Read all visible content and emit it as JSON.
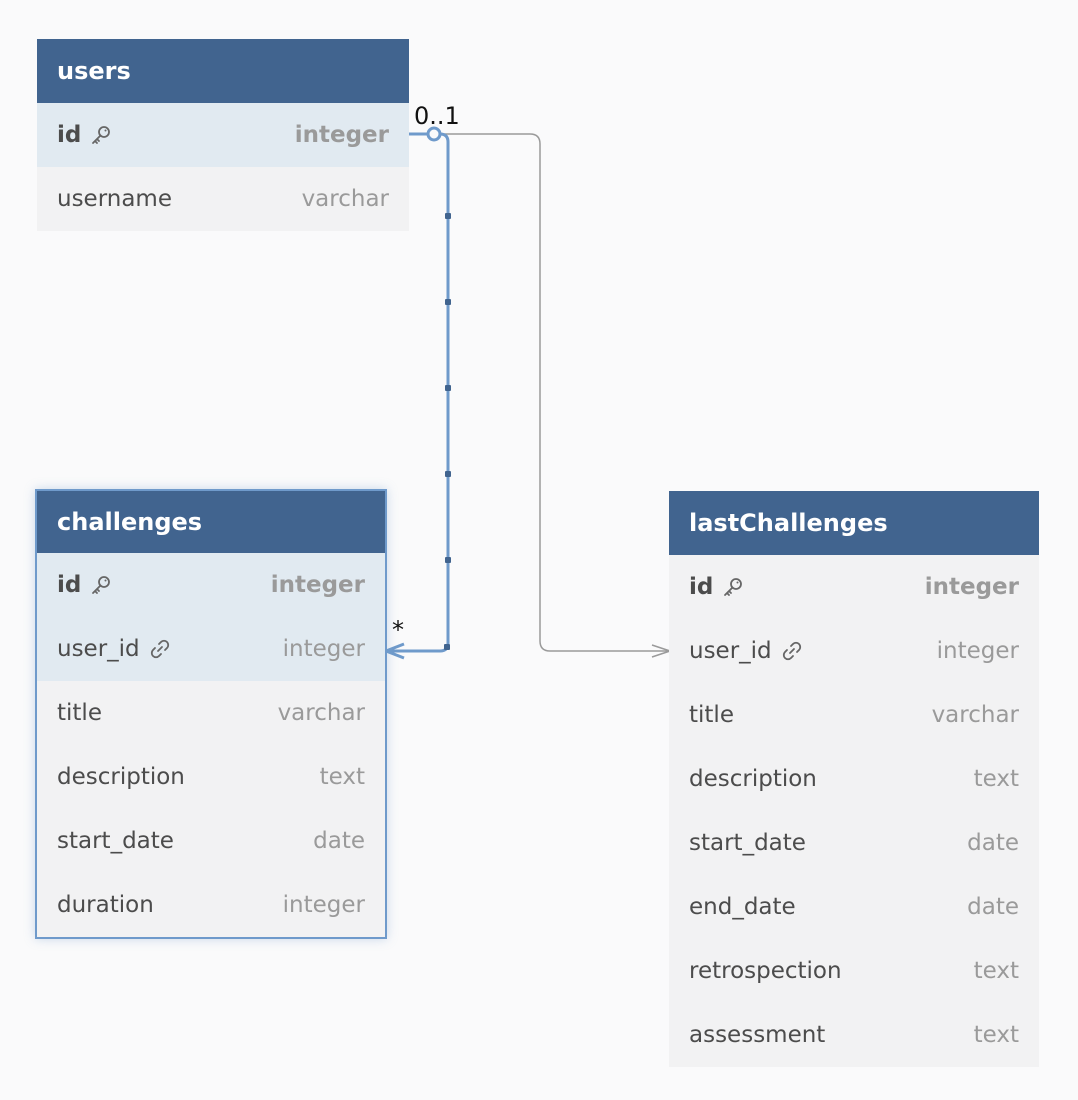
{
  "tables": {
    "users": {
      "name": "users",
      "fields": [
        {
          "name": "id",
          "type": "integer",
          "pk": true
        },
        {
          "name": "username",
          "type": "varchar"
        }
      ]
    },
    "challenges": {
      "name": "challenges",
      "fields": [
        {
          "name": "id",
          "type": "integer",
          "pk": true
        },
        {
          "name": "user_id",
          "type": "integer",
          "fk": true
        },
        {
          "name": "title",
          "type": "varchar"
        },
        {
          "name": "description",
          "type": "text"
        },
        {
          "name": "start_date",
          "type": "date"
        },
        {
          "name": "duration",
          "type": "integer"
        }
      ]
    },
    "lastChallenges": {
      "name": "lastChallenges",
      "fields": [
        {
          "name": "id",
          "type": "integer",
          "pk": true
        },
        {
          "name": "user_id",
          "type": "integer",
          "fk": true
        },
        {
          "name": "title",
          "type": "varchar"
        },
        {
          "name": "description",
          "type": "text"
        },
        {
          "name": "start_date",
          "type": "date"
        },
        {
          "name": "end_date",
          "type": "date"
        },
        {
          "name": "retrospection",
          "type": "text"
        },
        {
          "name": "assessment",
          "type": "text"
        }
      ]
    }
  },
  "relations": {
    "users_challenges": {
      "from_label": "0..1",
      "to_label": "*"
    }
  },
  "colors": {
    "header": "#41648f",
    "highlight_row": "#e1eaf1",
    "selected_line": "#6f9acb",
    "plain_line": "#9a9a9a",
    "background": "#fafafb"
  },
  "icons": {
    "pk": "key-icon",
    "fk": "link-icon"
  }
}
